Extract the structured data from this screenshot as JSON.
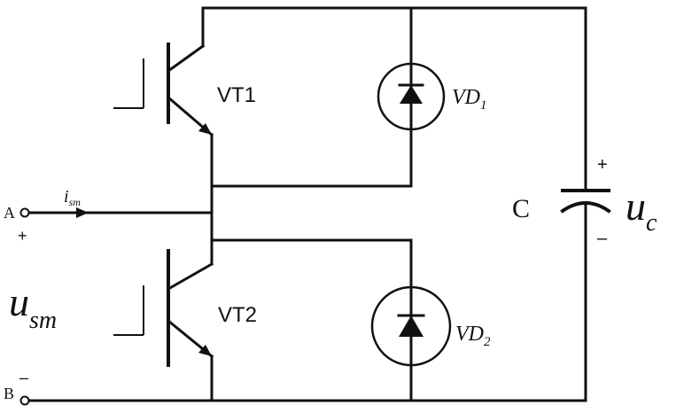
{
  "transistors": {
    "top": {
      "label": "VT1"
    },
    "bottom": {
      "label": "VT2"
    }
  },
  "diodes": {
    "top": {
      "main": "VD",
      "sub": "1"
    },
    "bottom": {
      "main": "VD",
      "sub": "2"
    }
  },
  "capacitor": {
    "label": "C",
    "plus": "+",
    "minus": "–",
    "voltage": {
      "main": "u",
      "sub": "c"
    }
  },
  "terminals": {
    "a": {
      "label": "A",
      "sign": "+"
    },
    "b": {
      "label": "B",
      "sign": "–"
    }
  },
  "current": {
    "main": "i",
    "sub": "sm"
  },
  "sm_voltage": {
    "main": "u",
    "sub": "sm"
  }
}
